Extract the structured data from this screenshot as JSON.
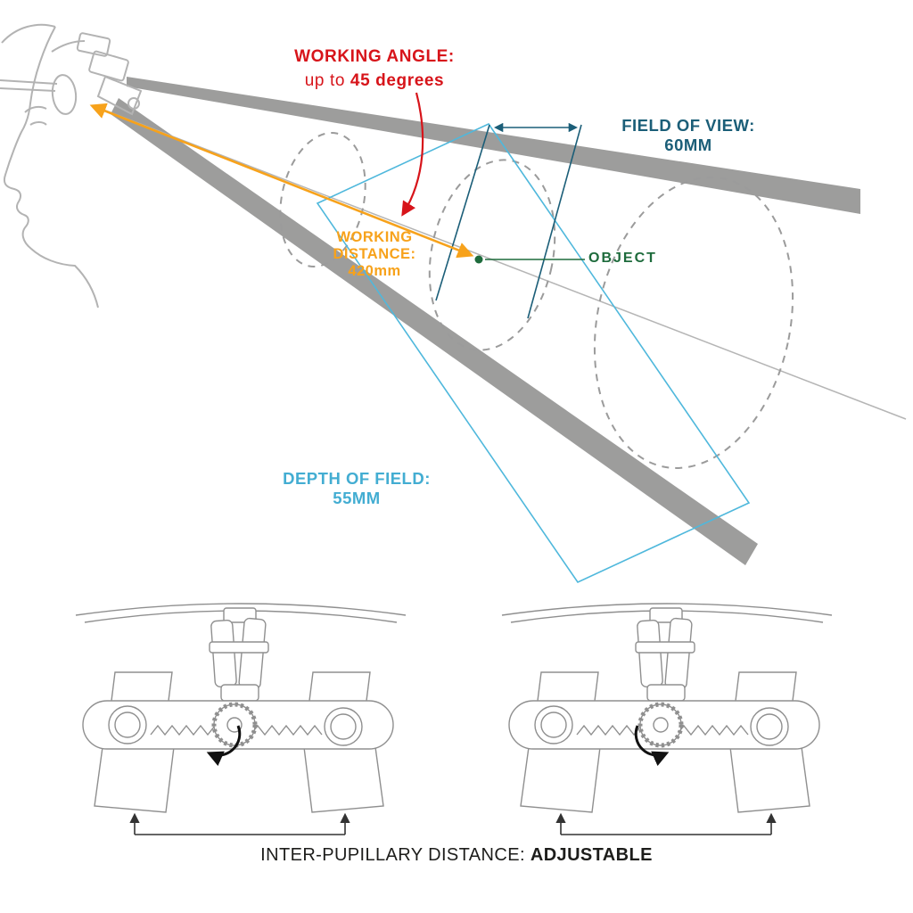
{
  "colors": {
    "red": "#d7141a",
    "orange": "#f7a21b",
    "teal": "#1b5e78",
    "cyan": "#43add2",
    "green": "#1e6b3c",
    "beam_gray": "#9d9d9c",
    "line_gray": "#9b9b9b",
    "text_dark": "#1d1d1b"
  },
  "annotations": {
    "working_angle": {
      "label": "WORKING ANGLE:",
      "value_prefix": "up to",
      "value": "45 degrees"
    },
    "working_distance": {
      "label_line1": "WORKING",
      "label_line2": "DISTANCE:",
      "value": "420mm"
    },
    "field_of_view": {
      "label": "FIELD OF VIEW:",
      "value": "60MM"
    },
    "object_marker": {
      "label": "OBJECT"
    },
    "depth_of_field": {
      "label": "DEPTH OF FIELD:",
      "value": "55MM"
    }
  },
  "footer": {
    "label": "INTER-PUPILLARY DISTANCE:",
    "value": "ADJUSTABLE"
  }
}
